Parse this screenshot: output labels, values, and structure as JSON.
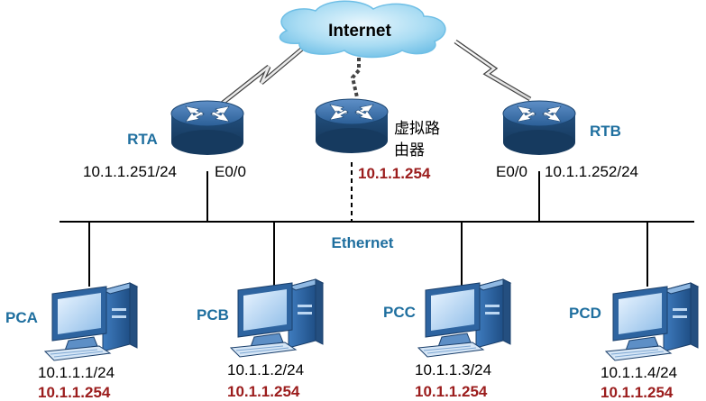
{
  "internet": {
    "label": "Internet"
  },
  "network": {
    "label": "Ethernet"
  },
  "routers": {
    "rta": {
      "name": "RTA",
      "ip": "10.1.1.251/24",
      "interface": "E0/0"
    },
    "virtual": {
      "line1": "虚拟路",
      "line2": "由器",
      "ip": "10.1.1.254"
    },
    "rtb": {
      "name": "RTB",
      "ip": "10.1.1.252/24",
      "interface": "E0/0"
    }
  },
  "pcs": {
    "pca": {
      "name": "PCA",
      "ip": "10.1.1.1/24",
      "gateway": "10.1.1.254"
    },
    "pcb": {
      "name": "PCB",
      "ip": "10.1.1.2/24",
      "gateway": "10.1.1.254"
    },
    "pcc": {
      "name": "PCC",
      "ip": "10.1.1.3/24",
      "gateway": "10.1.1.254"
    },
    "pcd": {
      "name": "PCD",
      "ip": "10.1.1.4/24",
      "gateway": "10.1.1.254"
    }
  },
  "colors": {
    "label_blue": "#1f6f9f",
    "gateway_red": "#9b1c1c",
    "router_blue": "#2b5f97"
  }
}
